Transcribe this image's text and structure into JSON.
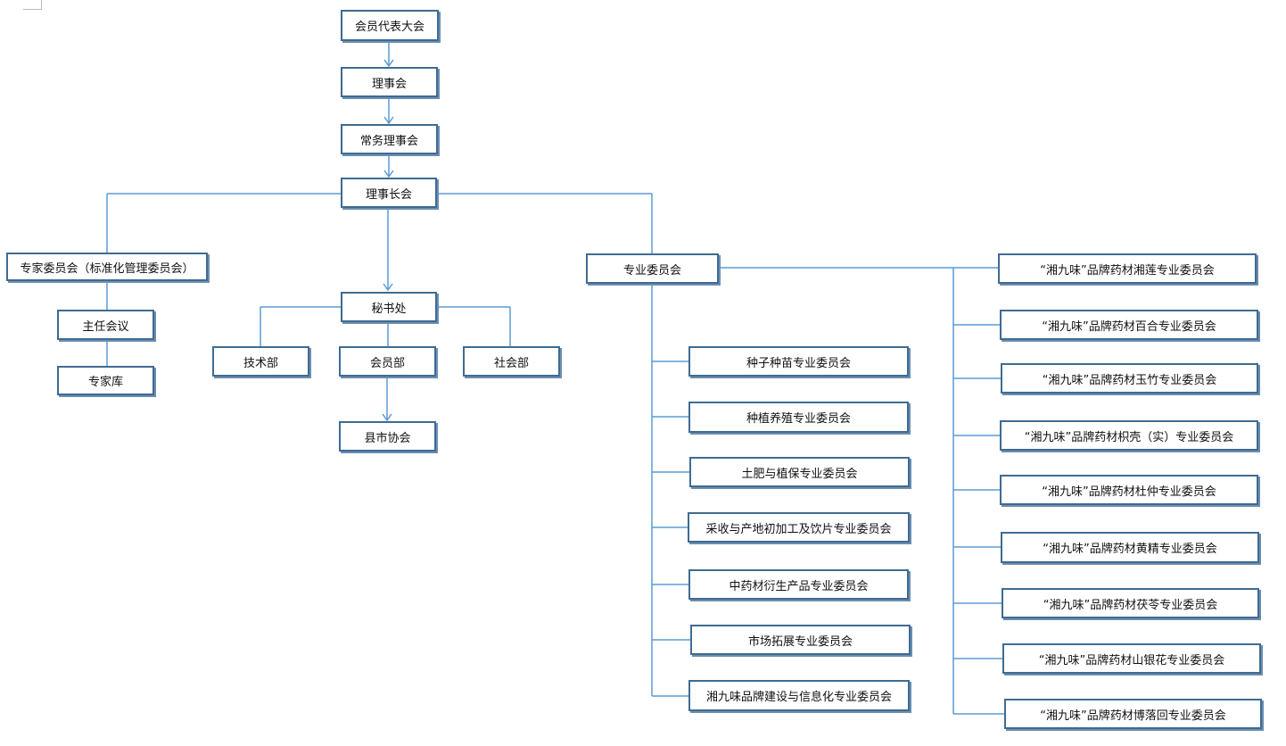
{
  "colors": {
    "box_border": "#3f6b93",
    "connector": "#5b9bd5"
  },
  "nodes": {
    "assembly": "会员代表大会",
    "council": "理事会",
    "standing_council": "常务理事会",
    "chairman": "理事长会",
    "expert_committee": "专家委员会（标准化管理委员会）",
    "director_meeting": "主任会议",
    "expert_pool": "专家库",
    "secretariat": "秘书处",
    "tech_dept": "技术部",
    "member_dept": "会员部",
    "social_dept": "社会部",
    "county_association": "县市协会",
    "special_committees": "专业委员会"
  },
  "committees_left": [
    "种子种苗专业委员会",
    "种植养殖专业委员会",
    "土肥与植保专业委员会",
    "采收与产地初加工及饮片专业委员会",
    "中药材衍生产品专业委员会",
    "市场拓展专业委员会",
    "湘九味品牌建设与信息化专业委员会"
  ],
  "committees_right": [
    "“湘九味”品牌药材湘莲专业委员会",
    "“湘九味”品牌药材百合专业委员会",
    "“湘九味”品牌药材玉竹专业委员会",
    "“湘九味”品牌药材枳壳（实）专业委员会",
    "“湘九味”品牌药材杜仲专业委员会",
    "“湘九味”品牌药材黄精专业委员会",
    "“湘九味”品牌药材茯苓专业委员会",
    "“湘九味”品牌药材山银花专业委员会",
    "“湘九味”品牌药材博落回专业委员会"
  ]
}
